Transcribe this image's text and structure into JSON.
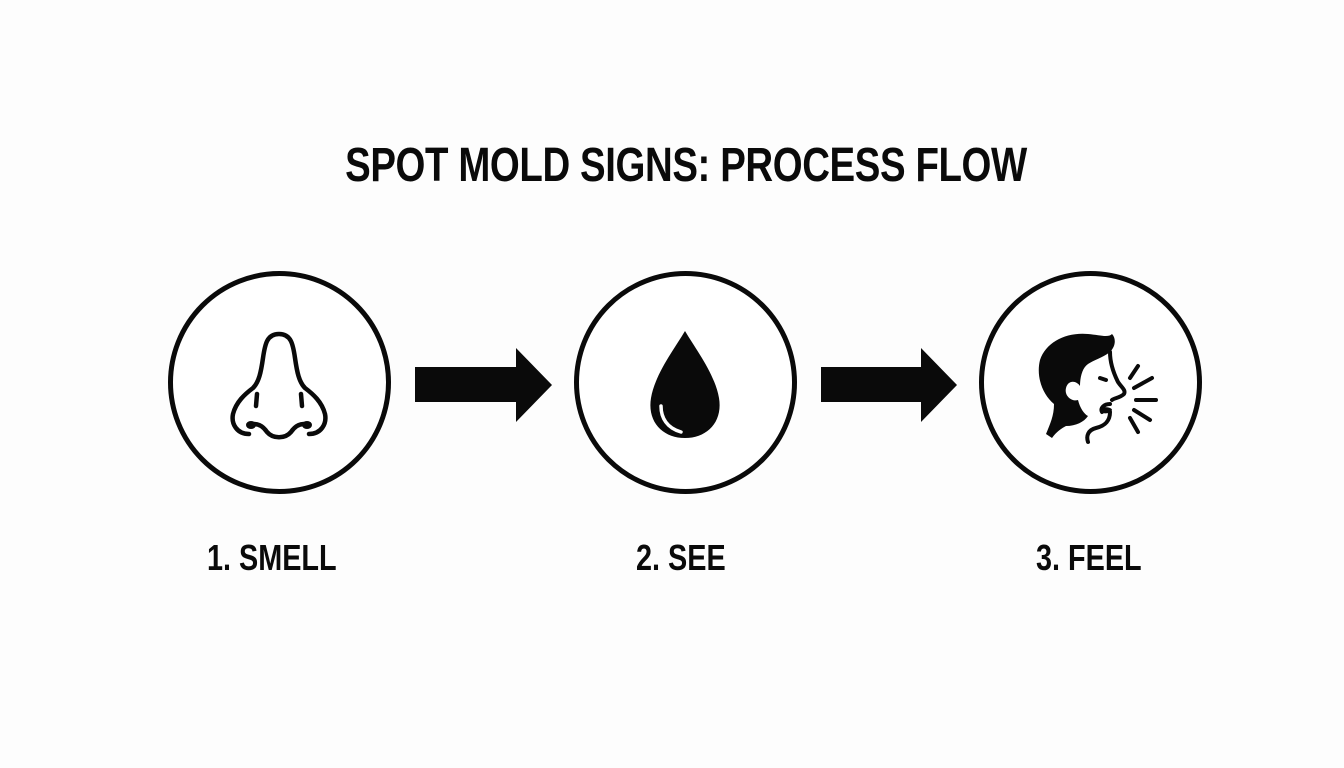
{
  "diagram": {
    "title": "SPOT MOLD SIGNS: PROCESS FLOW",
    "steps": [
      {
        "number": "1",
        "label": "1. SMELL",
        "icon": "nose-icon"
      },
      {
        "number": "2",
        "label": "2. SEE",
        "icon": "water-drop-icon"
      },
      {
        "number": "3",
        "label": "3. FEEL",
        "icon": "coughing-person-icon"
      }
    ],
    "connectors": [
      {
        "from": "1",
        "to": "2",
        "icon": "arrow-right-icon"
      },
      {
        "from": "2",
        "to": "3",
        "icon": "arrow-right-icon"
      }
    ],
    "colors": {
      "background": "#fdfdfd",
      "foreground": "#0a0a0a"
    }
  }
}
